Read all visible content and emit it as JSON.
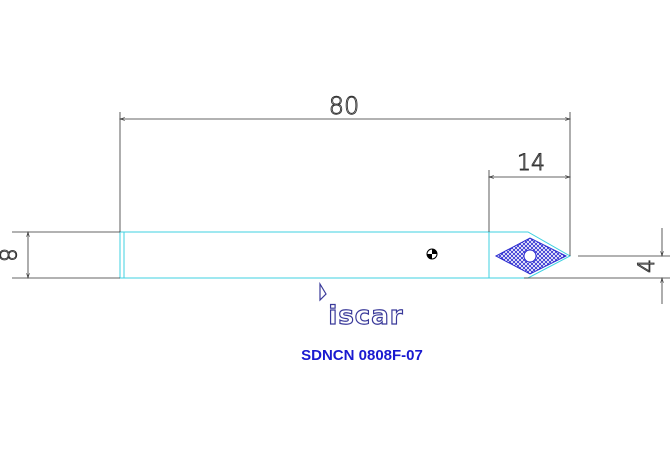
{
  "dimensions": {
    "overall_length": "80",
    "insert_length": "14",
    "shank_height": "8",
    "insert_offset": "4"
  },
  "brand": {
    "logo_text": "iscar"
  },
  "part": {
    "code": "SDNCN 0808F-07"
  },
  "colors": {
    "outline": "#3fd0e0",
    "dimension": "#333333",
    "insert_hatch": "#2a2ad0",
    "part_code": "#1a1ad0"
  }
}
